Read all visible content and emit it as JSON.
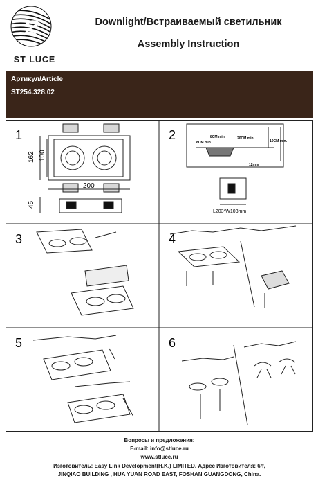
{
  "header": {
    "title": "Downlight/Встраиваемый светильник",
    "subtitle": "Assembly Instruction",
    "brand": "ST LUCE"
  },
  "article": {
    "label": "Артикул/Article",
    "code": "ST254.328.02"
  },
  "steps": [
    {
      "number": "1",
      "dims": {
        "h1": "162",
        "h2": "100",
        "w": "200",
        "d": "45"
      }
    },
    {
      "number": "2",
      "labels": {
        "a": "8CM min.",
        "b": "8CM min.",
        "c": "20CM min.",
        "d": "10CM min.",
        "e": "12mm",
        "cutout": "L203*W103mm"
      }
    },
    {
      "number": "3"
    },
    {
      "number": "4"
    },
    {
      "number": "5"
    },
    {
      "number": "6"
    }
  ],
  "footer": {
    "line1": "Вопросы и предложения:",
    "line2": "E-mail: info@stluce.ru",
    "line3": "www.stluce.ru",
    "line4": "Изготовитель: Easy Link Development(H.K.) LIMITED. Адрес Изготовителя: 6/f,",
    "line5": "JINQIAO BUILDING , HUA YUAN ROAD EAST, FOSHAN GUANGDONG, China."
  },
  "colors": {
    "band": "#3a2519",
    "ink": "#1a1a1a"
  }
}
